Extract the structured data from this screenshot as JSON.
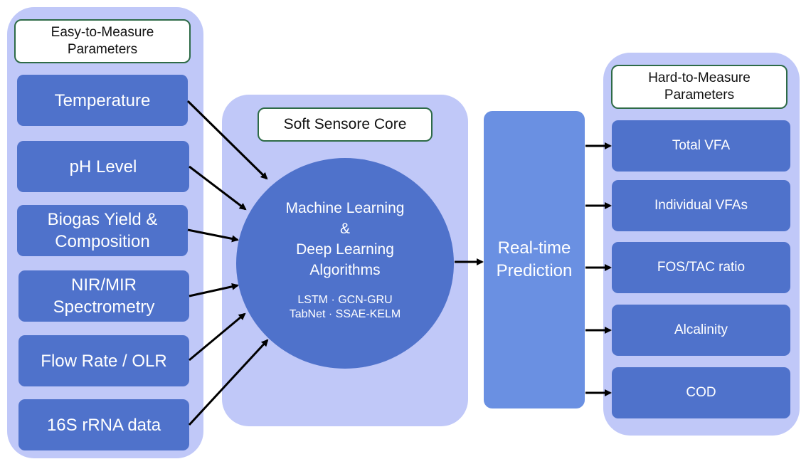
{
  "left_panel": {
    "title": "Easy-to-Measure Parameters",
    "items": [
      "Temperature",
      "pH Level",
      "Biogas Yield & Composition",
      "NIR/MIR Spectrometry",
      "Flow Rate / OLR",
      "16S rRNA data"
    ]
  },
  "core": {
    "title": "Soft Sensore Core",
    "main_lines": [
      "Machine Learning",
      "&",
      "Deep Learning",
      "Algorithms"
    ],
    "sub_lines": [
      "LSTM · GCN-GRU",
      "TabNet · SSAE-KELM"
    ]
  },
  "prediction": {
    "lines": [
      "Real-time",
      "Prediction"
    ]
  },
  "right_panel": {
    "title": "Hard-to-Measure Parameters",
    "items": [
      "Total VFA",
      "Individual VFAs",
      "FOS/TAC ratio",
      "Alcalinity",
      "COD"
    ]
  },
  "colors": {
    "panel": "#c0c8f8",
    "box": "#4f72cb",
    "prediction": "#6a90e2",
    "title_border": "#2e6b47"
  }
}
